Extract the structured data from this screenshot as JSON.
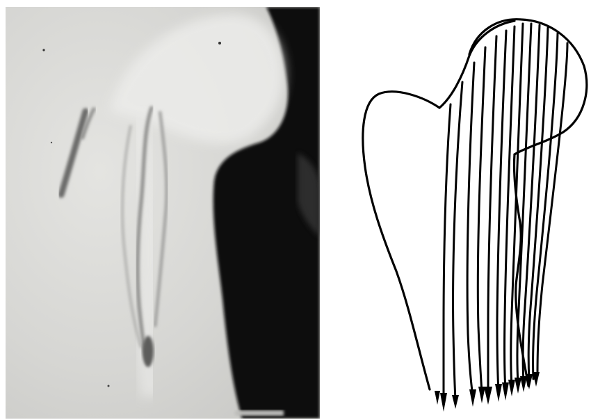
{
  "figure": {
    "panels": [
      {
        "id": "radiograph",
        "content": "x-ray-photograph"
      },
      {
        "id": "diagram",
        "content": "line-drawing"
      }
    ],
    "colors": {
      "ink": "#000000",
      "paper": "#ffffff",
      "xray_light": "#d9d9d6",
      "xray_dark": "#0e0e0e"
    },
    "diagram": {
      "flow_line_count": 13,
      "arrowhead_count": 13
    }
  }
}
